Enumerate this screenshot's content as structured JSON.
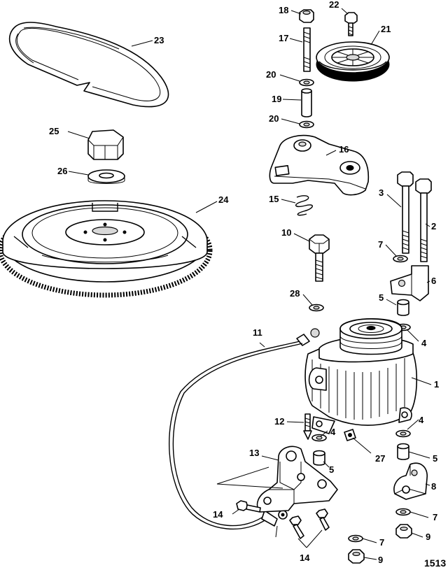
{
  "figure_ref": "1513",
  "callouts": [
    {
      "id": "c1",
      "text": "1"
    },
    {
      "id": "c2",
      "text": "2"
    },
    {
      "id": "c3",
      "text": "3"
    },
    {
      "id": "c4a",
      "text": "4"
    },
    {
      "id": "c4b",
      "text": "4"
    },
    {
      "id": "c4c",
      "text": "4"
    },
    {
      "id": "c5a",
      "text": "5"
    },
    {
      "id": "c5b",
      "text": "5"
    },
    {
      "id": "c5c",
      "text": "5"
    },
    {
      "id": "c6",
      "text": "6"
    },
    {
      "id": "c7a",
      "text": "7"
    },
    {
      "id": "c7b",
      "text": "7"
    },
    {
      "id": "c7c",
      "text": "7"
    },
    {
      "id": "c8",
      "text": "8"
    },
    {
      "id": "c9a",
      "text": "9"
    },
    {
      "id": "c9b",
      "text": "9"
    },
    {
      "id": "c10",
      "text": "10"
    },
    {
      "id": "c11",
      "text": "11"
    },
    {
      "id": "c12",
      "text": "12"
    },
    {
      "id": "c13",
      "text": "13"
    },
    {
      "id": "c14a",
      "text": "14"
    },
    {
      "id": "c14b",
      "text": "14"
    },
    {
      "id": "c15",
      "text": "15"
    },
    {
      "id": "c16",
      "text": "16"
    },
    {
      "id": "c17",
      "text": "17"
    },
    {
      "id": "c18",
      "text": "18"
    },
    {
      "id": "c19",
      "text": "19"
    },
    {
      "id": "c20a",
      "text": "20"
    },
    {
      "id": "c20b",
      "text": "20"
    },
    {
      "id": "c21",
      "text": "21"
    },
    {
      "id": "c22",
      "text": "22"
    },
    {
      "id": "c23",
      "text": "23"
    },
    {
      "id": "c24",
      "text": "24"
    },
    {
      "id": "c25",
      "text": "25"
    },
    {
      "id": "c26",
      "text": "26"
    },
    {
      "id": "c27",
      "text": "27"
    },
    {
      "id": "c28",
      "text": "28"
    }
  ]
}
